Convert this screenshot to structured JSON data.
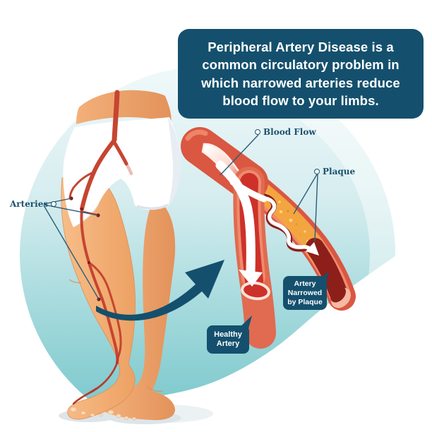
{
  "banner": {
    "text": "Peripheral Artery Disease is a common circulatory problem in which narrowed arteries reduce blood flow to your limbs."
  },
  "callouts": {
    "arteries": {
      "label": "Arteries"
    },
    "blood_flow": {
      "label": "Blood Flow"
    },
    "plaque": {
      "label": "Plaque"
    }
  },
  "badges": {
    "healthy_artery": {
      "label": "Healthy Artery"
    },
    "narrowed_artery": {
      "label": "Artery Narrowed by Plaque"
    }
  },
  "icons": {
    "callout_marker": "small-hollow-circle",
    "zoom_arrow": "curved-magnify-arrow",
    "flow_arrows": "white-directional-arrows"
  },
  "colors": {
    "banner_bg": "#14506d",
    "badge_bg": "#14506d",
    "badge_text": "#ffffff",
    "callout_text": "#1d5270",
    "leader_line": "#2b5d7a",
    "zoom_arrow": "#14506d",
    "circle_top": "#f0f9fa",
    "circle_bottom": "#6fc3c8",
    "floor": "#ffffff",
    "foot_shadow": "#dde5ea",
    "skin": "#f3b17d",
    "shorts": "#ffffff",
    "artery_red": "#c64531",
    "vessel_wall": "#da5742",
    "vessel_wall_light": "#ef8a6d",
    "lumen_red": "#cd3129",
    "plaque_orange": "#f3a540",
    "narrowed_blood": "#8c1f1a"
  }
}
